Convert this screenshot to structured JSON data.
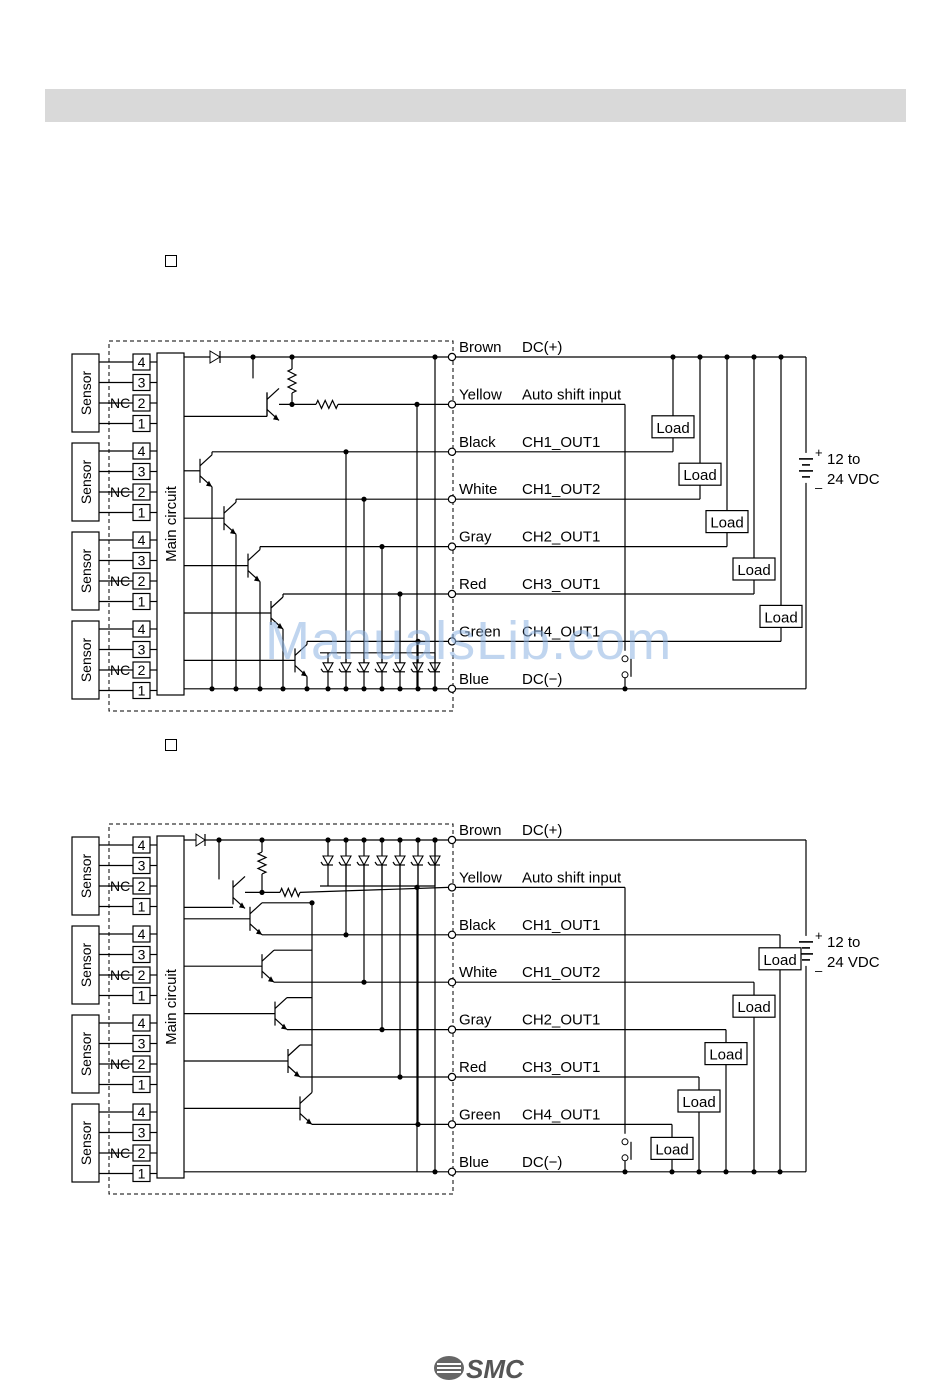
{
  "wires": [
    {
      "color": "Brown",
      "signal": "DC(+)"
    },
    {
      "color": "Yellow",
      "signal": "Auto shift input"
    },
    {
      "color": "Black",
      "signal": "CH1_OUT1"
    },
    {
      "color": "White",
      "signal": "CH1_OUT2"
    },
    {
      "color": "Gray",
      "signal": "CH2_OUT1"
    },
    {
      "color": "Red",
      "signal": "CH3_OUT1"
    },
    {
      "color": "Green",
      "signal": "CH4_OUT1"
    },
    {
      "color": "Blue",
      "signal": "DC(−)"
    }
  ],
  "sensor_label": "Sensor",
  "nc_label": "NC",
  "pins": [
    "4",
    "3",
    "2",
    "1"
  ],
  "main_circuit_label": "Main circuit",
  "load_label": "Load",
  "supply": {
    "plus": "+",
    "minus": "–",
    "line1": "12 to",
    "line2": "24 VDC"
  },
  "watermark": "ManualsLib.com",
  "logo": "SMC"
}
